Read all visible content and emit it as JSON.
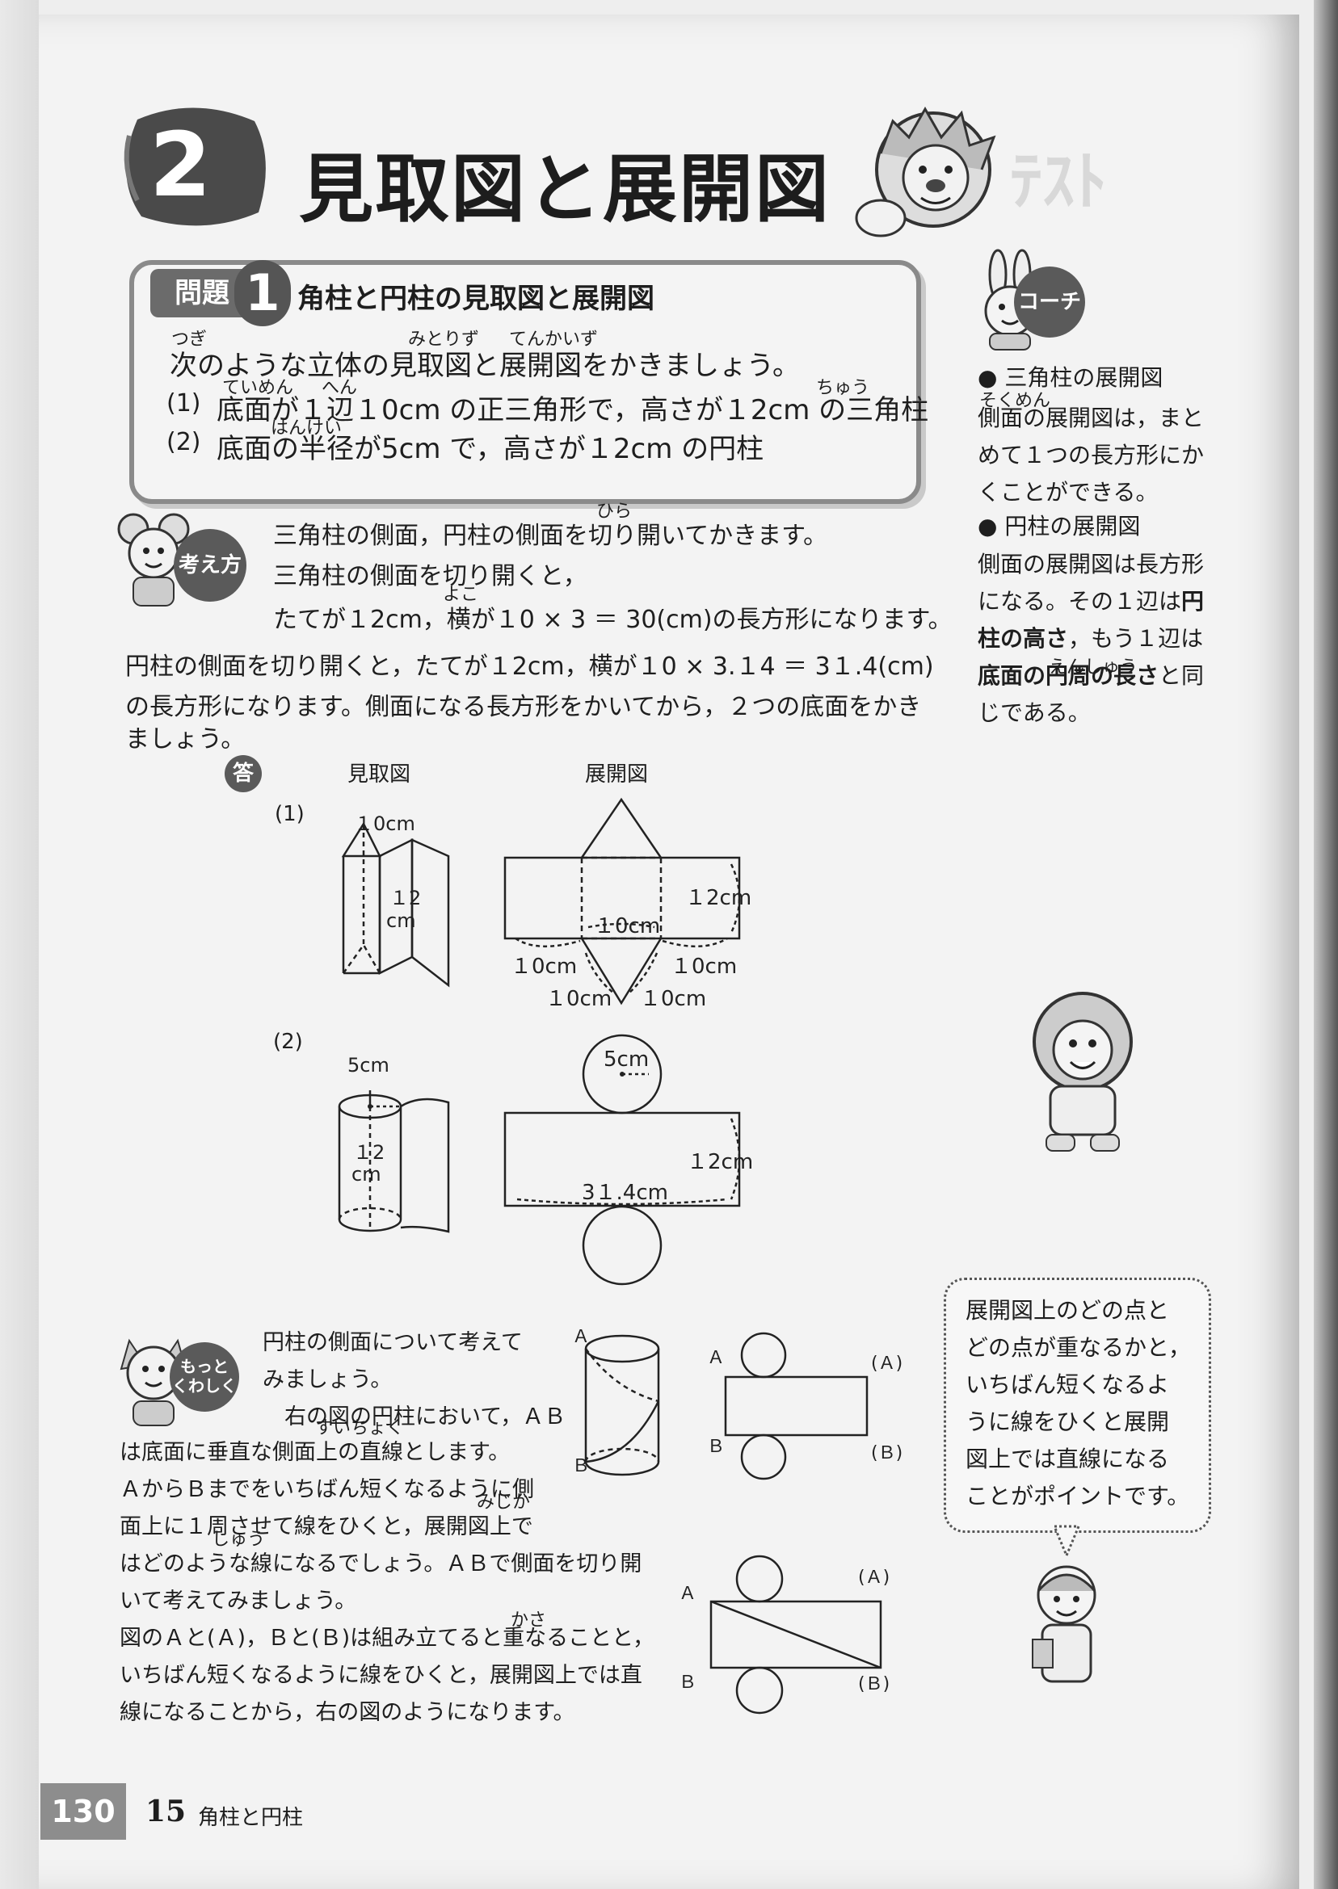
{
  "header": {
    "section_number": "2",
    "title": "見取図と展開図"
  },
  "problem": {
    "tag": "問題",
    "number": "1",
    "title": "角柱と円柱の見取図と展開図",
    "intro": "次のような立体の見取図と展開図をかきましょう。",
    "item1_num": "(1)",
    "item1": "底面が１辺１0cm の正三角形で，高さが１2cm の三角柱",
    "item2_num": "(2)",
    "item2": "底面の半径が5cm で，高さが１2cm の円柱"
  },
  "coach": {
    "badge": "コーチ",
    "h1": "● 三角柱の展開図",
    "p1": [
      "側面の展開図は，まと",
      "めて１つの長方形にか",
      "くことができる。"
    ],
    "h2": "● 円柱の展開図",
    "p2_a": "側面の展開図は長方形",
    "p2_b": "になる。その１辺は",
    "p2_b_bold": "円",
    "p2_c_bold": "柱の高さ",
    "p2_c": "，もう１辺は",
    "p2_d_bold": "底面の円周の長さ",
    "p2_d": "と同",
    "p2_e": "じである。"
  },
  "kangaekata": {
    "badge": "考え方",
    "line1": "三角柱の側面，円柱の側面を切り開いてかきます。",
    "line2": "三角柱の側面を切り開くと，",
    "line3": "たてが１2cm，横が１0 × 3 ＝ 30(cm)の長方形になります。",
    "line4": "円柱の側面を切り開くと，たてが１2cm，横が１0 × 3.１4 ＝ 3１.4(cm)",
    "line5": "の長方形になります。側面になる長方形をかいてから，２つの底面をかき",
    "line6": "ましょう。"
  },
  "answer": {
    "badge": "答",
    "col_mitori": "見取図",
    "col_tenkai": "展開図",
    "label1": "(1)",
    "label2": "(2)",
    "fig1": {
      "m_top": "１0cm",
      "m_h1": "１2",
      "m_h2": "cm",
      "n_right": "１2cm",
      "n_mid": "１0cm",
      "n_bl": "１0cm",
      "n_br": "１0cm",
      "n_bbl": "１0cm",
      "n_bbr": "１0cm"
    },
    "fig2": {
      "m_r": "5cm",
      "m_h1": "１2",
      "m_h2": "cm",
      "n_r": "5cm",
      "n_h": "１2cm",
      "n_w": "3１.4cm"
    }
  },
  "motto": {
    "badge1": "もっと",
    "badge2": "くわしく",
    "lines": [
      "円柱の側面について考えて",
      "みましょう。",
      "　右の図の円柱において，ＡＢ",
      "は底面に垂直な側面上の直線とします。",
      "ＡからＢまでをいちばん短くなるように側",
      "面上に１周させて線をひくと，展開図上で",
      "はどのような線になるでしょう。ＡＢで側面を切り開",
      "いて考えてみましょう。",
      "図のＡと(Ａ)，Ｂと(Ｂ)は組み立てると重なることと，",
      "いちばん短くなるように線をひくと，展開図上では直",
      "線になることから，右の図のようになります。"
    ],
    "fig": {
      "A": "Ａ",
      "B": "Ｂ",
      "pA": "(Ａ)",
      "pB": "(Ｂ)"
    }
  },
  "bubble": {
    "lines": [
      "展開図上のどの点と",
      "どの点が重なるかと，",
      "いちばん短くなるよ",
      "うに線をひくと展開",
      "図上では直線になる",
      "ことがポイントです。"
    ]
  },
  "footer": {
    "page_number": "130",
    "chapter": "15",
    "chapter_title": "角柱と円柱"
  }
}
